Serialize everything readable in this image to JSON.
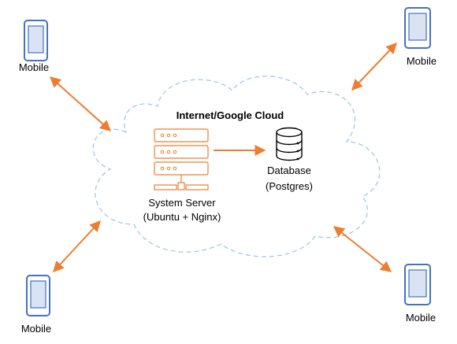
{
  "cloud": {
    "title": "Internet/Google Cloud"
  },
  "mobiles": [
    {
      "label": "Mobile"
    },
    {
      "label": "Mobile"
    },
    {
      "label": "Mobile"
    },
    {
      "label": "Mobile"
    }
  ],
  "server": {
    "line1": "System Server",
    "line2": "(Ubuntu + Nginx)"
  },
  "database": {
    "line1": "Database",
    "line2": "(Postgres)"
  },
  "colors": {
    "arrow": "#ED7D31",
    "device": "#4472C4",
    "device_fill": "#DAE3F3",
    "server": "#ED7D31",
    "database": "#000000",
    "cloud_outline": "#9DC3E6"
  }
}
